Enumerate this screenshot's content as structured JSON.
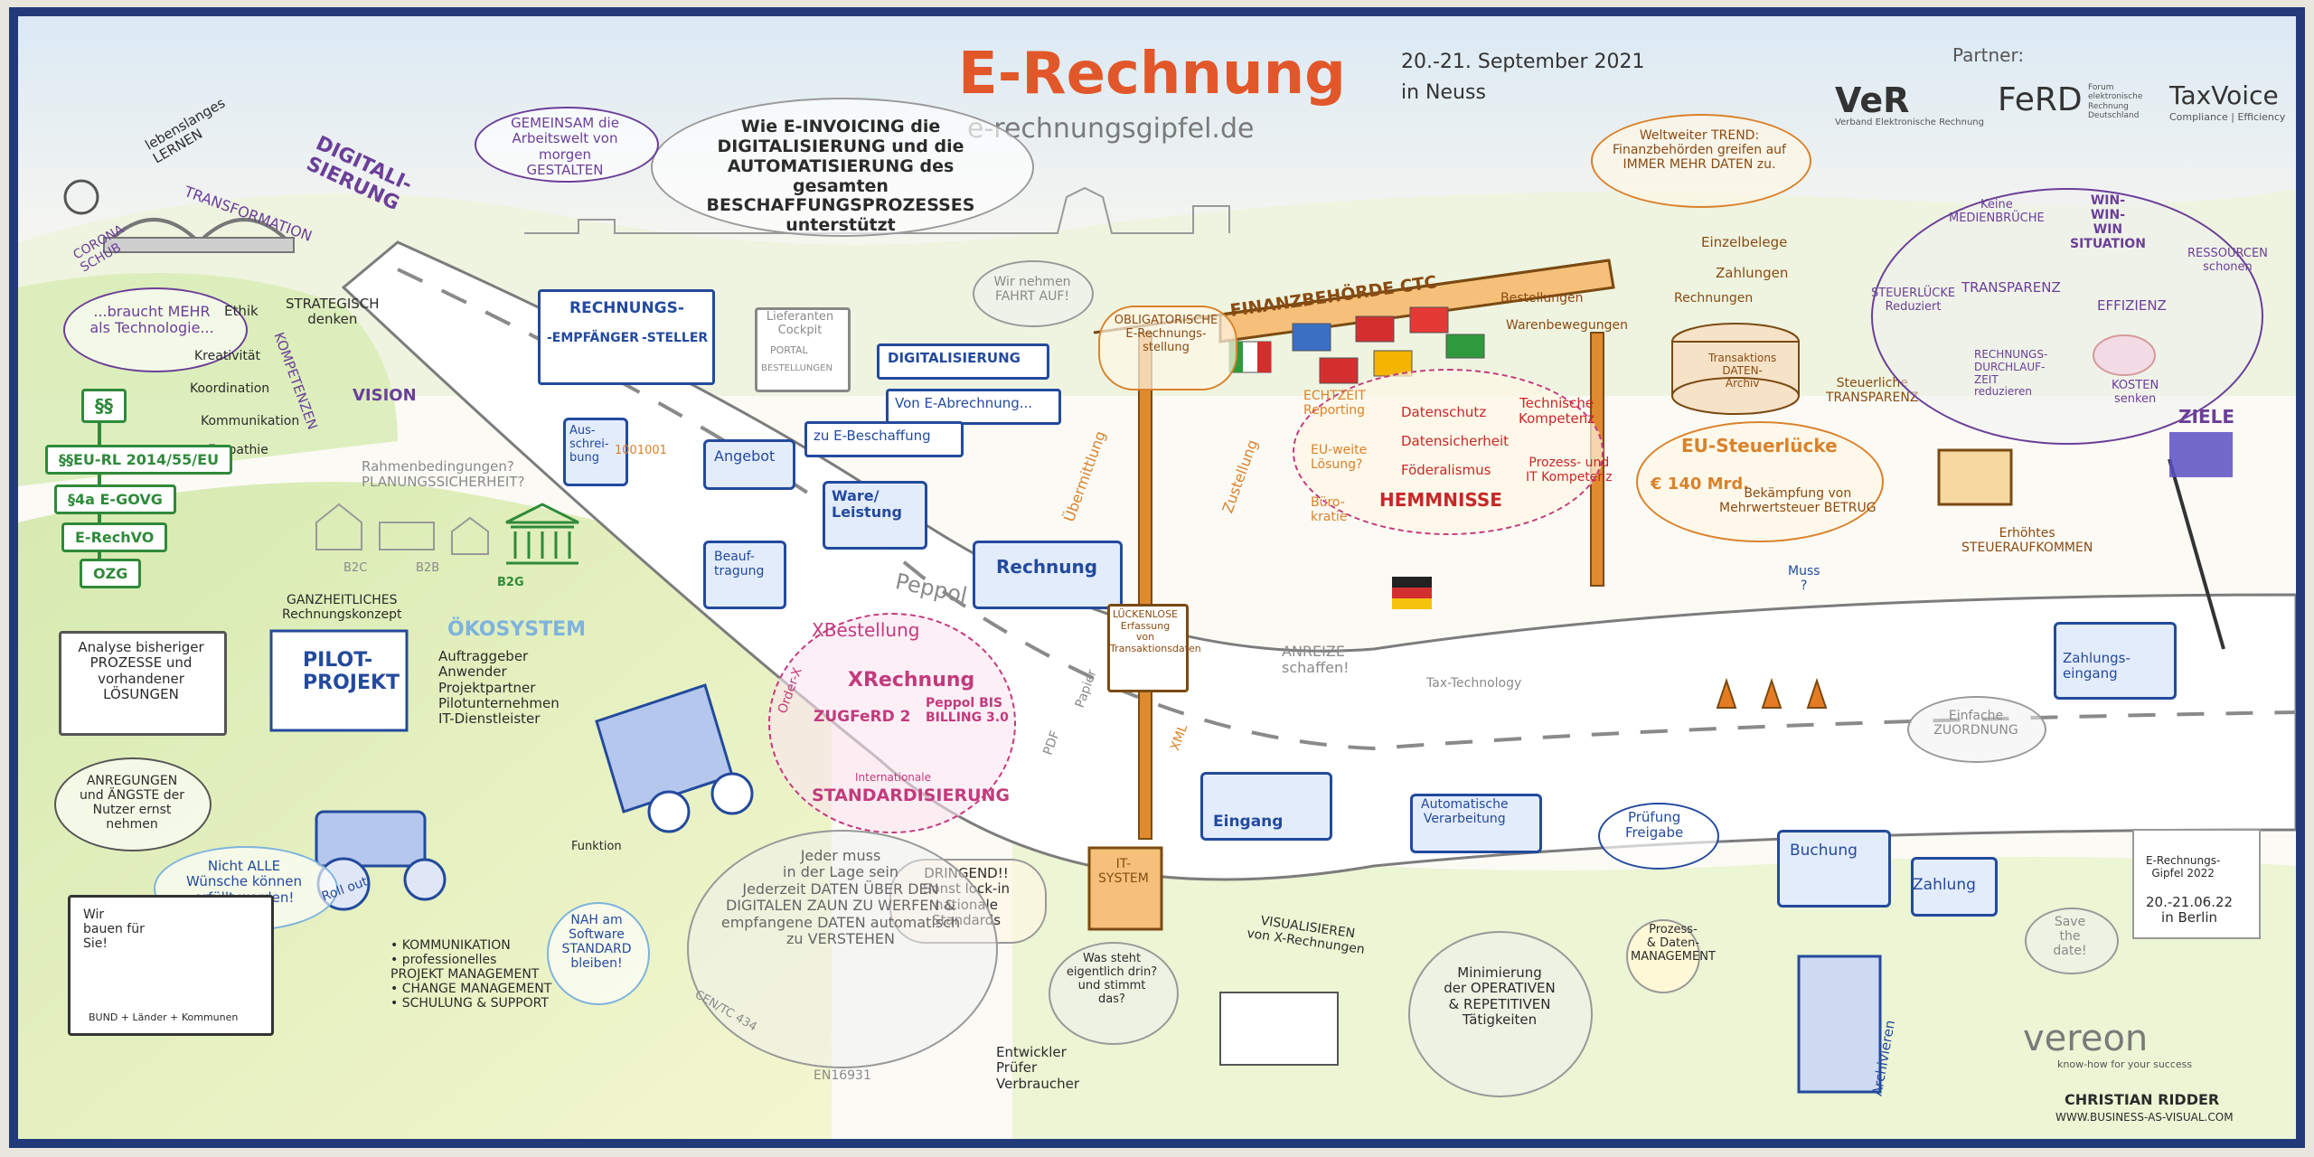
{
  "header": {
    "title": "E-Rechnung",
    "url": "e-rechnungsgipfel.de",
    "date": "20.-21. September 2021",
    "location": "in Neuss",
    "partner_label": "Partner:",
    "partners": [
      "VeR",
      "FeRD",
      "TaxVoice"
    ],
    "partner_subtitles": [
      "Verband Elektronische Rechnung",
      "Forum elektronische Rechnung Deutschland",
      "Compliance | Efficiency"
    ]
  },
  "top_left": {
    "lifelong": "lebenslanges\nLERNEN",
    "digitalisierung": "DIGITALI-\nSIERUNG",
    "gemeinsam": "GEMEINSAM die\nArbeitswelt von morgen\nGESTALTEN",
    "corona": "CORONA-\nSCHUB",
    "transformation": "TRANSFORMATION",
    "braucht": "...braucht MEHR\nals Technologie...",
    "ethik": "Ethik",
    "strategisch": "STRATEGISCH\ndenken",
    "kreativitat": "Kreativität",
    "koordination": "Koordination",
    "kommunikation": "Kommunikation",
    "empathie": "Empathie",
    "kompetenzen": "KOMPETENZEN",
    "vision": "VISION"
  },
  "intro": {
    "text": "Wie E-INVOICING die\nDIGITALISIERUNG und die\nAUTOMATISIERUNG des gesamten\nBESCHAFFUNGSPROZESSES unterstützt"
  },
  "signs": {
    "rechnungs": "RECHNUNGS-",
    "empfaenger": "-EMPFÄNGER",
    "steller": "-STELLER",
    "lieferanten": "Lieferanten\nCockpit",
    "portal": "PORTAL",
    "bestellungen": "BESTELLUNGEN",
    "fahrt": "Wir nehmen\nFAHRT AUF!",
    "digitalisierung": "DIGITALISIERUNG",
    "von_e": "Von E-Abrechnung...",
    "zu_e": "zu E-Beschaffung"
  },
  "law_signs": [
    "§§",
    "§§EU-RL 2014/55/EU",
    "§4a E-GOVG",
    "E-RechVO",
    "OZG"
  ],
  "middle_left": {
    "rahmen": "Rahmenbedingungen?\nPLANUNGSSICHERHEIT?",
    "b2c": "B2C",
    "b2b": "B2B",
    "b2g": "B2G",
    "ganzheitlich": "GANZHEITLICHES\nRechnungskonzept",
    "analyse": "Analyse bisheriger\nPROZESSE und\nvorhandener\nLÖSUNGEN",
    "pilot": "PILOT-\nPROJEKT",
    "oekosystem": "ÖKOSYSTEM",
    "oeko_items": "Auftraggeber\nAnwender\nProjektpartner\nPilotunternehmen\nIT-Dienstleister",
    "anregungen": "ANREGUNGEN\nund ÄNGSTE der\nNutzer ernst\nnehmen",
    "nicht_alle": "Nicht ALLE\nWünsche können\nerfüllt werden!",
    "roll_out": "Roll out",
    "funktion": "Funktion",
    "nah": "NAH am\nSoftware\nSTANDARD\nbleiben!",
    "bauen": "Wir\nbauen für\nSie!",
    "bund": "BUND + Länder + Kommunen",
    "kommunikation": "• KOMMUNIKATION\n• professionelles\n  PROJEKT MANAGEMENT\n• CHANGE MANAGEMENT\n• SCHULUNG & SUPPORT"
  },
  "road": {
    "ausschreibung": "Aus-\nschrei-\nbung",
    "angebot": "Angebot",
    "ware": "Ware/\nLeistung",
    "rechnung": "Rechnung",
    "beauftragung": "Beauf-\ntragung",
    "peppol": "Peppol",
    "uebermittlung": "Übermittlung",
    "zustellung": "Zustellung",
    "pdf": "PDF",
    "papier": "Papier",
    "xml": "XML",
    "binary": "1001001"
  },
  "standards": {
    "xbestellung": "XBestellung",
    "order_x": "Order-X",
    "xrechnung": "XRechnung",
    "zugferd": "ZUGFeRD 2",
    "peppol_bis": "Peppol BIS\nBILLING 3.0",
    "internationale": "Internationale",
    "standardisierung": "STANDARDISIERUNG",
    "dringend": "DRINGEND!!\nSonst lock-in\nnationale Standards",
    "jeder": "Jeder muss\nin der Lage sein\nJederzeit DATEN ÜBER DEN\nDIGITALEN ZAUN ZU WERFEN &\nempfangene DATEN automatisch\nzu VERSTEHEN",
    "cen": "CEN/TC 434",
    "en": "EN16931"
  },
  "finanz": {
    "gate": "FINANZBEHÖRDE CTC",
    "obligatorische": "OBLIGATORISCHE\nE-Rechnungs-\nstellung",
    "lueckenlose": "LÜCKENLOSE\nErfassung von\nTransaktionsdaten",
    "it_system": "IT-\nSYSTEM",
    "echtzeit": "ECHTZEIT\nReporting",
    "eu_weite": "EU-weite\nLösung?",
    "buero": "Büro-\nkratie",
    "datenschutz": "Datenschutz",
    "datensicherheit": "Datensicherheit",
    "foederalismus": "Föderalismus",
    "hemmnisse": "HEMMNISSE",
    "technische": "Technische\nKompetenz",
    "prozess": "Prozess- und\nIT Kompetenz",
    "weltweiter": "Weltweiter TREND:\nFinanzbehörden greifen auf\nIMMER MEHR DATEN zu.",
    "einzelbelege": "Einzelbelege",
    "zahlungen": "Zahlungen",
    "bestellungen": "Bestellungen",
    "rechnungen": "Rechnungen",
    "warenbewegungen": "Warenbewegungen",
    "transaktions": "Transaktions\nDATEN-\nArchiv",
    "steuerliche": "Steuerliche\nTRANSPARENZ",
    "eu_steuer": "EU-Steuerlücke",
    "betrag": "€ 140 Mrd.",
    "bekaempfung": "Bekämpfung von\nMehrwertsteuer BETRUG",
    "muss": "Muss\n?"
  },
  "right": {
    "keine": "Keine\nMEDIENBRÜCHE",
    "win": "WIN-\nWIN-\nWIN\nSITUATION",
    "steuerluecke": "STEUERLÜCKE\nReduziert",
    "transparenz": "TRANSPARENZ",
    "effizienz": "EFFIZIENZ",
    "ressourcen": "RESSOURCEN\nschonen",
    "durchlauf": "RECHNUNGS-\nDURCHLAUF-\nZEIT\nreduzieren",
    "kosten": "KOSTEN\nsenken",
    "ziele": "ZIELE",
    "erhoehtes": "Erhöhtes\nSTEUERAUFKOMMEN",
    "zahlungseingang": "Zahlungs-\neingang",
    "einfache": "Einfache\nZUORDNUNG",
    "anreize": "ANREIZE\nschaffen!",
    "tax_tech": "Tax-Technology",
    "eingang": "Eingang",
    "automatische": "Automatische\nVerarbeitung",
    "pruefung": "Prüfung\nFreigabe",
    "buchung": "Buchung",
    "zahlung": "Zahlung",
    "gipfel": "E-Rechnungs-\nGipfel 2022",
    "gipfel_date": "20.-21.06.22\nin Berlin",
    "save": "Save\nthe date!",
    "archivieren": "Archivieren",
    "prozess_daten": "Prozess-\n& Daten-\nMANAGEMENT",
    "minimierung": "Minimierung\nder OPERATIVEN\n& REPETITIVEN\nTätigkeiten",
    "visualisieren": "VISUALISIEREN\nvon X-Rechnungen",
    "was_steht": "Was steht\neigentlich drin?\nund stimmt\ndas?",
    "entwickler": "Entwickler\nPrüfer\nVerbraucher",
    "vereon": "vereon",
    "vereon_tag": "know-how for your success",
    "artist": "CHRISTIAN RIDDER",
    "artist_url": "WWW.BUSINESS-AS-VISUAL.COM"
  }
}
